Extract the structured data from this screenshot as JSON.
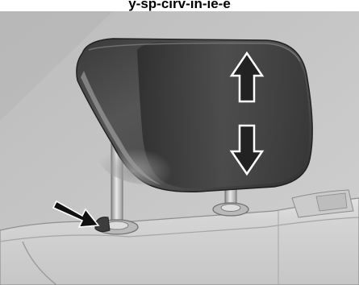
{
  "figure": {
    "caption_fragment": "y-sp-cirv-in-ie-e"
  },
  "icons": {
    "headrest": "headrest-illustration",
    "up_arrow": "arrow-up-icon",
    "down_arrow": "arrow-down-icon",
    "release_pointer": "pointer-arrow-icon",
    "release_button": "release-button"
  },
  "colors": {
    "background_grey": "#c4c4c4",
    "headrest_dark": "#4e4e4e",
    "seatback_light": "#d7d7d7",
    "arrow_fill": "#222222",
    "arrow_outline": "#ffffff"
  }
}
